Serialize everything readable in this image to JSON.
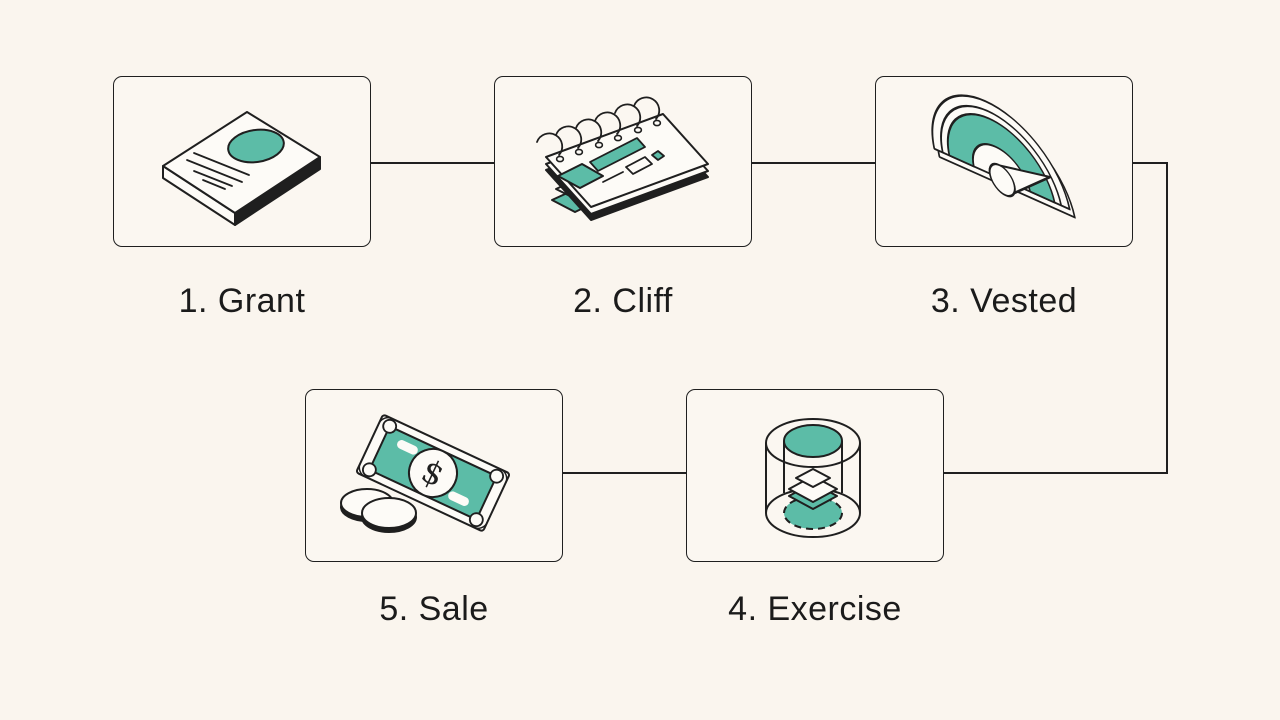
{
  "page": {
    "background_color": "#FAF5EE",
    "outline_color": "#1F1F1F",
    "accent_color": "#5CBCA7",
    "card_color": "#FBF7F1"
  },
  "diagram": {
    "type": "flow",
    "steps": [
      {
        "label": "1. Grant",
        "icon": "contract-document-icon"
      },
      {
        "label": "2. Cliff",
        "icon": "spiral-notebook-icon"
      },
      {
        "label": "3. Vested",
        "icon": "gauge-icon"
      },
      {
        "label": "4. Exercise",
        "icon": "cylinder-shares-icon"
      },
      {
        "label": "5. Sale",
        "icon": "banknote-coins-icon"
      }
    ],
    "icons": {
      "dollar_glyph": "$"
    }
  }
}
